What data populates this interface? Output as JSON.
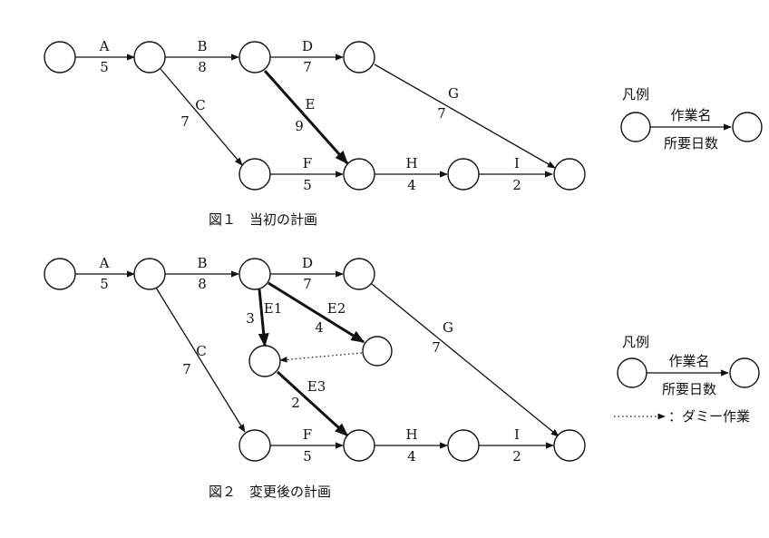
{
  "figure1": {
    "caption": "図１　当初の計画",
    "edges": [
      {
        "name": "A",
        "days": "5"
      },
      {
        "name": "B",
        "days": "8"
      },
      {
        "name": "C",
        "days": "7"
      },
      {
        "name": "D",
        "days": "7"
      },
      {
        "name": "E",
        "days": "9"
      },
      {
        "name": "F",
        "days": "5"
      },
      {
        "name": "G",
        "days": "7"
      },
      {
        "name": "H",
        "days": "4"
      },
      {
        "name": "I",
        "days": "2"
      }
    ],
    "legend": {
      "title": "凡例",
      "task_name": "作業名",
      "duration": "所要日数"
    }
  },
  "figure2": {
    "caption": "図２　変更後の計画",
    "edges": [
      {
        "name": "A",
        "days": "5"
      },
      {
        "name": "B",
        "days": "8"
      },
      {
        "name": "C",
        "days": "7"
      },
      {
        "name": "D",
        "days": "7"
      },
      {
        "name": "E1",
        "days": "3"
      },
      {
        "name": "E2",
        "days": "4"
      },
      {
        "name": "E3",
        "days": "2"
      },
      {
        "name": "F",
        "days": "5"
      },
      {
        "name": "G",
        "days": "7"
      },
      {
        "name": "H",
        "days": "4"
      },
      {
        "name": "I",
        "days": "2"
      }
    ],
    "legend": {
      "title": "凡例",
      "task_name": "作業名",
      "duration": "所要日数",
      "dummy": "：ダミー作業"
    }
  }
}
